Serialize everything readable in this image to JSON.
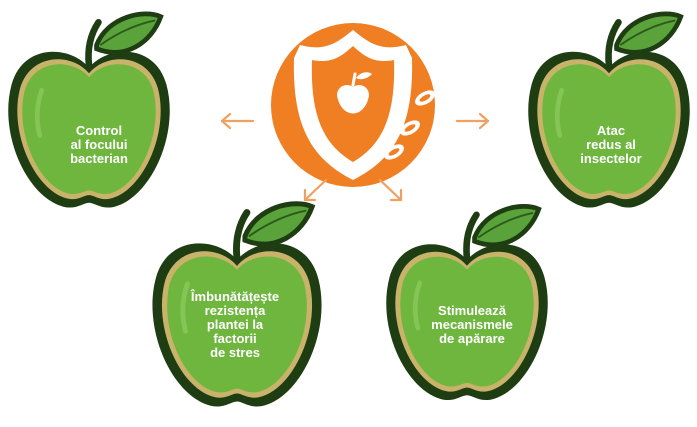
{
  "colors": {
    "apple_fill": "#6fb63f",
    "apple_outline": "#1f3d13",
    "apple_highlight": "#c9b26a",
    "leaf_fill": "#5aa23a",
    "shield_circle": "#f07e22",
    "arrow": "#f0a060"
  },
  "center": {
    "icon": "shield-apple-icon"
  },
  "apples": [
    {
      "id": "left",
      "label": "Control\nal focului\nbacterian"
    },
    {
      "id": "right",
      "label": "Atac\nredus al\ninsectelor"
    },
    {
      "id": "bottom-left",
      "label": "Îmbunătățește\nrezistența\nplantei la\nfactorii\nde stres"
    },
    {
      "id": "bottom-right",
      "label": "Stimulează\nmecanismele\nde apărare"
    }
  ]
}
